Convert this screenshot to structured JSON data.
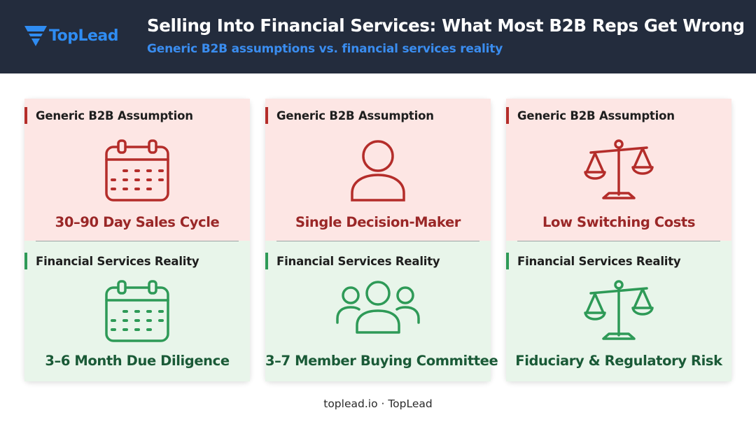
{
  "header": {
    "logo_text": "TopLead",
    "title": "Selling Into Financial Services: What Most B2B Reps Get Wrong",
    "subtitle": "Generic B2B assumptions vs. financial services reality"
  },
  "colors": {
    "header_bg": "#232c3d",
    "accent_blue": "#2f8cf2",
    "assumption_bg": "#fde6e4",
    "assumption_red": "#b42d2a",
    "reality_bg": "#e8f5ea",
    "reality_green": "#2e9a57"
  },
  "cards": [
    {
      "assumption_label": "Generic B2B Assumption",
      "assumption_icon": "calendar-icon",
      "assumption_text": "30–90 Day Sales Cycle",
      "reality_label": "Financial Services Reality",
      "reality_icon": "calendar-icon",
      "reality_text": "3–6 Month Due Diligence"
    },
    {
      "assumption_label": "Generic B2B Assumption",
      "assumption_icon": "person-icon",
      "assumption_text": "Single Decision-Maker",
      "reality_label": "Financial Services Reality",
      "reality_icon": "people-group-icon",
      "reality_text": "3–7 Member Buying Committee"
    },
    {
      "assumption_label": "Generic B2B Assumption",
      "assumption_icon": "scales-icon",
      "assumption_text": "Low Switching Costs",
      "reality_label": "Financial Services Reality",
      "reality_icon": "scales-icon",
      "reality_text": "Fiduciary & Regulatory Risk"
    }
  ],
  "footer": {
    "text": "toplead.io · TopLead"
  }
}
